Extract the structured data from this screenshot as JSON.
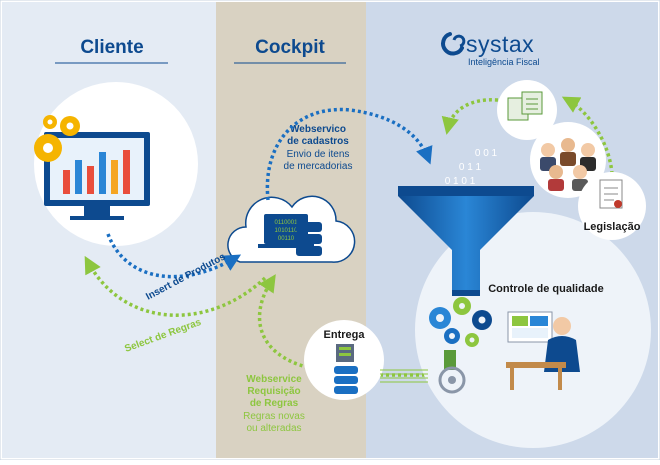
{
  "columns": {
    "cliente": "Cliente",
    "cockpit": "Cockpit"
  },
  "brand": {
    "name": "systax",
    "tagline": "Inteligência Fiscal"
  },
  "labels": {
    "webservice_cadastros": [
      "Webservico",
      "de cadastros"
    ],
    "envio_itens": [
      "Envio de itens",
      "de mercadorias"
    ],
    "insert_produtos": "Insert de Produtos",
    "select_regras": "Select de Regras",
    "controle_qualidade": "Controle de qualidade",
    "legislacao": "Legislação",
    "entrega": "Entrega",
    "webservice_requisicao": [
      "Webservice",
      "Requisição",
      "de Regras"
    ],
    "regras_novas": [
      "Regras novas",
      "ou alteradas"
    ]
  },
  "binary": {
    "cloud_rows": [
      "0110001",
      "1010110",
      "00110"
    ],
    "funnel_rows": [
      "0 0 1",
      "0 1 1",
      "0 1 0 1"
    ]
  },
  "colors": {
    "blue_dark": "#0d4a8f",
    "blue_mid": "#1a6fc2",
    "blue_panel": "#dde7f3",
    "blue_panel_right": "#cfdcee",
    "cockpit_bg": "#d9d2c2",
    "green": "#8dc63f",
    "gear_yellow": "#f5b400"
  }
}
